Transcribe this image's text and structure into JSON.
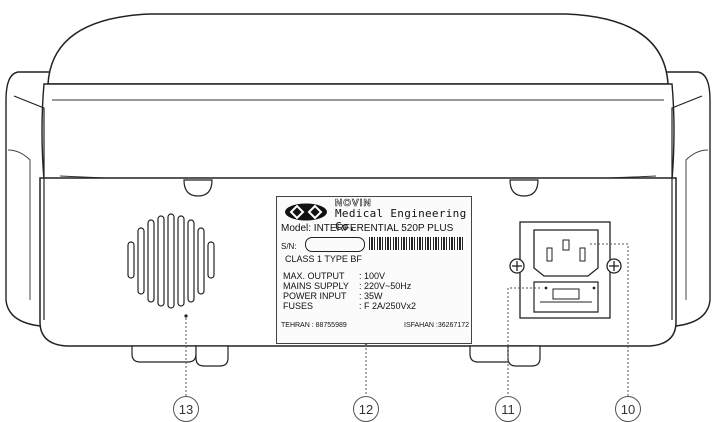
{
  "label_plate": {
    "brand_name": "NOVIN",
    "brand_tagline": "Medical Engineering Co.",
    "model": "Model: INTERFERENTIAL 520P PLUS",
    "serial_label": "S/N:",
    "classification": "CLASS 1 TYPE BF",
    "specs": [
      {
        "key": "MAX. OUTPUT",
        "value": ": 100V"
      },
      {
        "key": "MAINS SUPPLY",
        "value": ": 220V~50Hz"
      },
      {
        "key": "POWER INPUT",
        "value": ": 35W"
      },
      {
        "key": "FUSES",
        "value": ": F 2A/250Vx2"
      }
    ],
    "contact_tehran": "TEHRAN : 88755989",
    "contact_isfahan": "ISFAHAN :36267172"
  },
  "callouts": [
    {
      "label": "13"
    },
    {
      "label": "12"
    },
    {
      "label": "11"
    },
    {
      "label": "10"
    }
  ]
}
